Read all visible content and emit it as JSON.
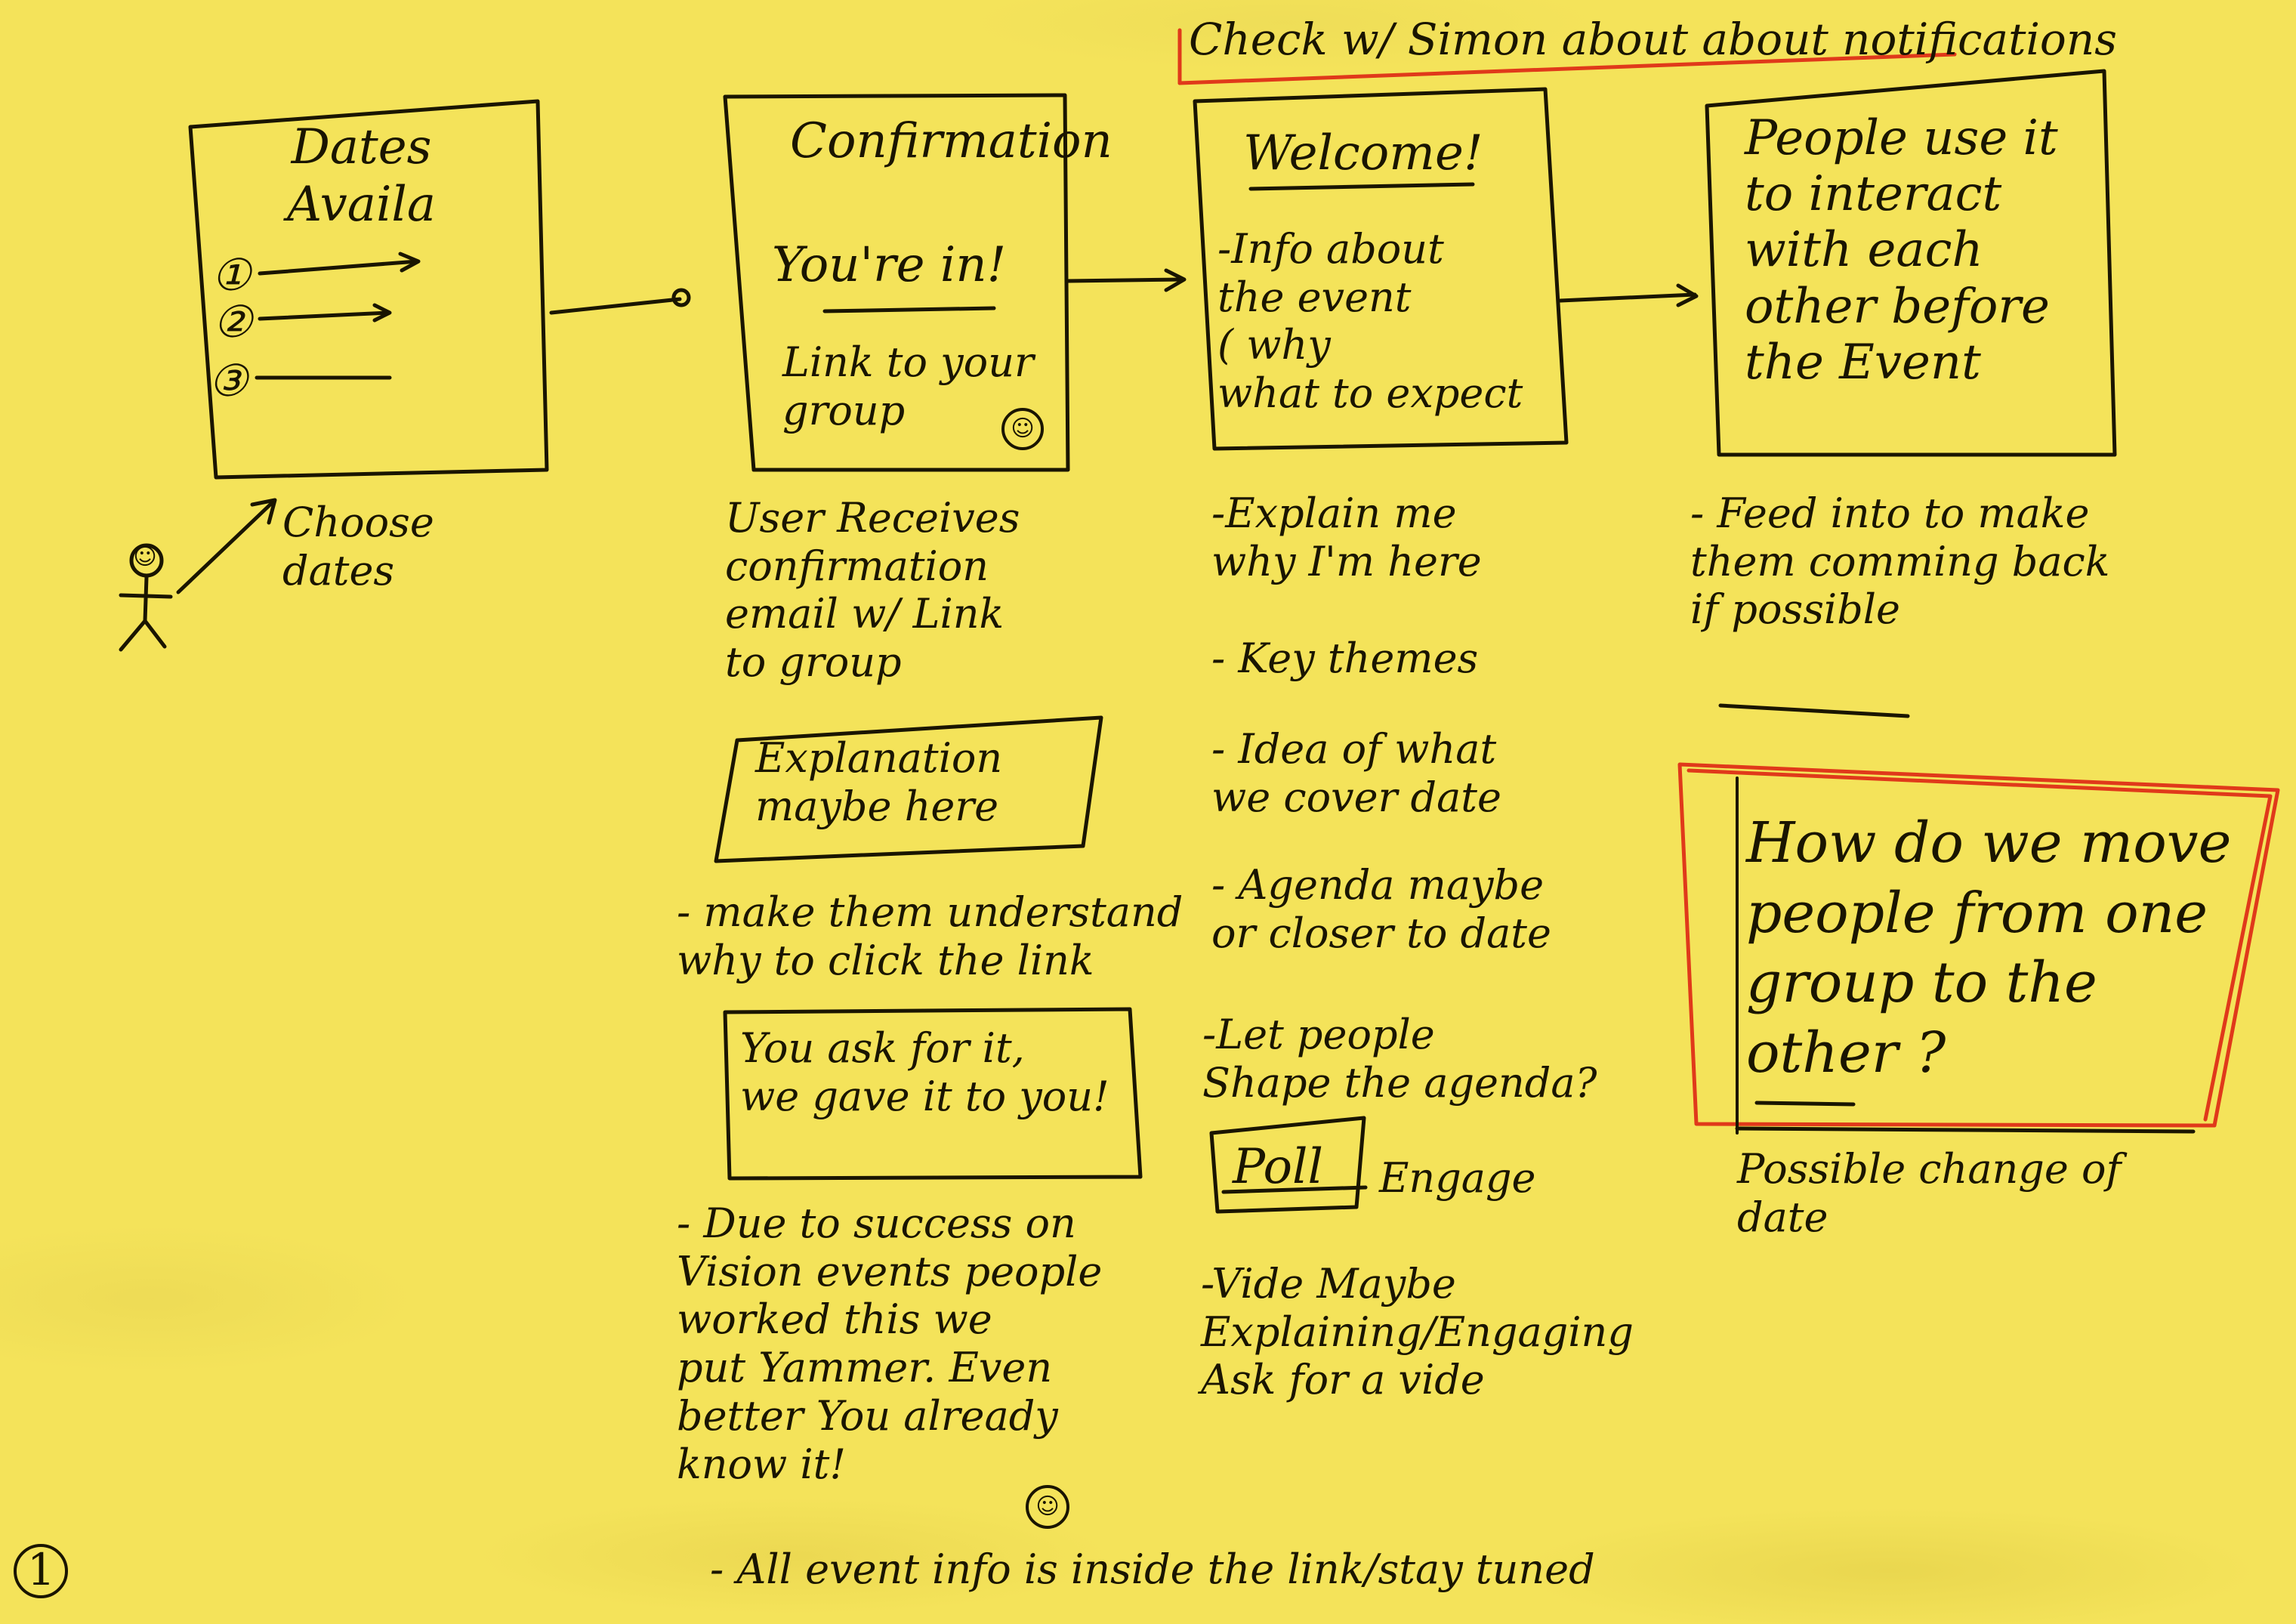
{
  "diagram": {
    "step1": {
      "title": "Dates\nAvaila",
      "options": [
        "①",
        "②",
        "③"
      ],
      "actor_caption": "Choose\ndates"
    },
    "step2": {
      "heading": "Confirmation",
      "headline": "You're in!",
      "body": "Link to your\ngroup",
      "notes": [
        "User Receives\nconfirmation\nemail w/ Link\nto group",
        "Explanation\nmaybe here",
        "- make them understand\nwhy to click the link",
        "You ask for it,\nwe gave it to you!",
        "- Due to success on\nVision events people\nworked this we\nput Yammer. Even\nbetter You already\nknow it!",
        "- All event info is inside the link/stay tuned"
      ]
    },
    "step3": {
      "reminder": "Check w/ Simon about about notifications",
      "heading": "Welcome!",
      "body": "-Info about\nthe event\n( why\nwhat to expect",
      "notes": [
        "-Explain me\nwhy I'm here",
        "- Key themes",
        "- Idea of what\nwe cover date",
        "- Agenda maybe\nor closer to date",
        "-Let people\nShape the agenda?",
        "Poll",
        "Engage",
        "-Vide Maybe\nExplaining/Engaging\nAsk for a vide"
      ]
    },
    "step4": {
      "body": "People use it\nto interact\nwith each\nother before\nthe Event",
      "notes": [
        "- Feed into to make\nthem comming back\nif possible",
        "How do we move\npeople from one\ngroup to the\nother ?",
        "Possible change of\ndate"
      ]
    },
    "page_number": "1"
  }
}
